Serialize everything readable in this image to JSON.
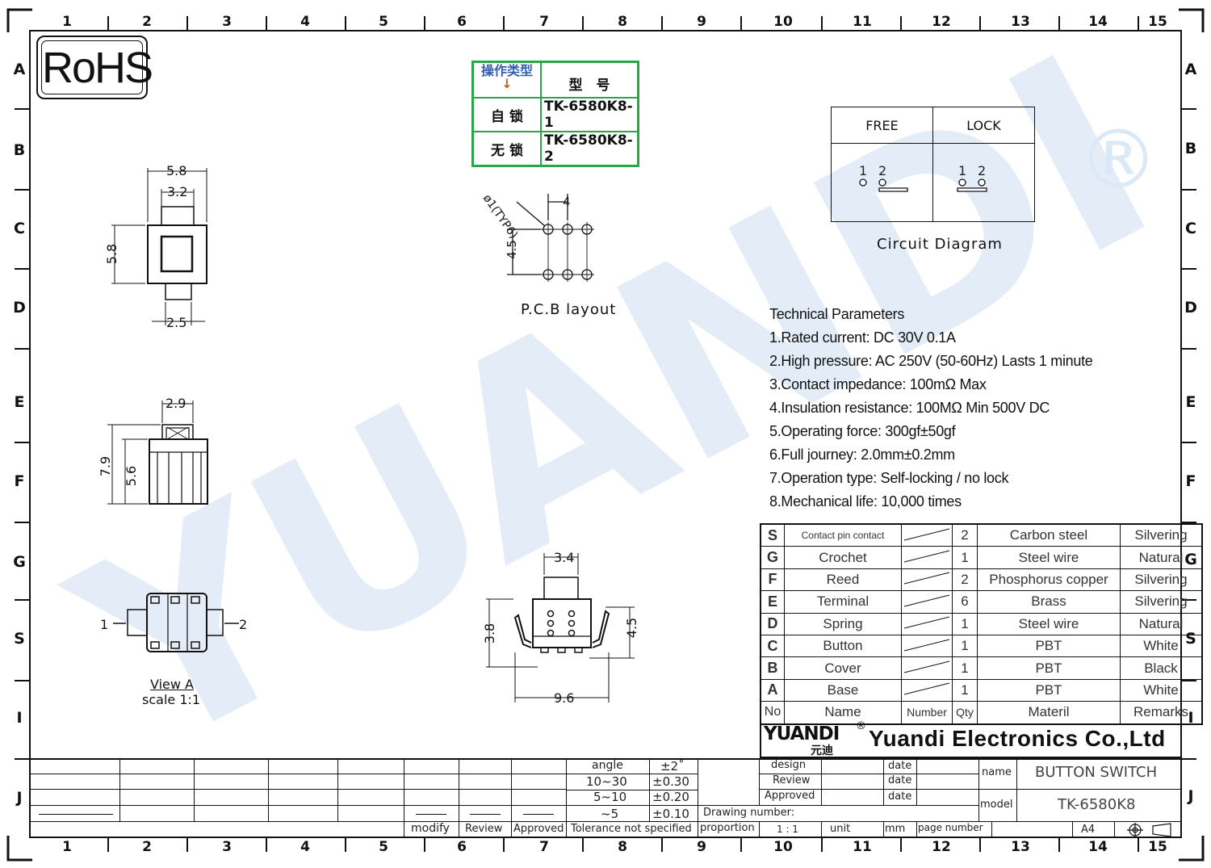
{
  "ruler": {
    "numbers": [
      "1",
      "2",
      "3",
      "4",
      "5",
      "6",
      "7",
      "8",
      "9",
      "10",
      "11",
      "12",
      "13",
      "14",
      "15"
    ],
    "letters": [
      "A",
      "B",
      "C",
      "D",
      "E",
      "F",
      "G",
      "S",
      "I",
      "J"
    ]
  },
  "watermark": {
    "text": "YUANDI",
    "mark": "®"
  },
  "rohs": {
    "label": "RoHS"
  },
  "model_table": {
    "header_type": "操作类型",
    "header_arrow": "↓",
    "header_model": "型　号",
    "rows": [
      {
        "type": "自 锁",
        "model": "TK-6580K8-1"
      },
      {
        "type": "无 锁",
        "model": "TK-6580K8-2"
      }
    ]
  },
  "circuit": {
    "free": "FREE",
    "lock": "LOCK",
    "pin1": "1",
    "pin2": "2",
    "caption": "Circuit  Diagram"
  },
  "pcb": {
    "caption": "P.C.B  layout",
    "hole": "ø1(TYP6)",
    "pitch_x": "4",
    "pitch_y": "4.5"
  },
  "top_view": {
    "w_outer": "5.8",
    "w_inner": "3.2",
    "height": "5.8",
    "w_base": "2.5"
  },
  "side_view": {
    "width": "2.9",
    "h_total": "7.9",
    "h_body": "5.6"
  },
  "view_a": {
    "left": "1",
    "right": "2",
    "title": "View  A",
    "scale": "scale  1:1"
  },
  "front_view": {
    "top_w": "3.4",
    "height_left": "3.8",
    "height_right": "4.5",
    "width": "9.6"
  },
  "tech": {
    "title": "Technical Parameters",
    "items": [
      "1.Rated current: DC 30V 0.1A",
      "2.High pressure: AC 250V  (50-60Hz)  Lasts 1 minute",
      "3.Contact impedance: 100mΩ Max",
      "4.Insulation resistance: 100MΩ Min 500V DC",
      "5.Operating force: 300gf±50gf",
      "6.Full journey: 2.0mm±0.2mm",
      "7.Operation type: Self-locking / no lock",
      "8.Mechanical life: 10,000 times"
    ]
  },
  "bom": {
    "rows": [
      {
        "no": "S",
        "name": "Contact pin contact",
        "qty": "2",
        "material": "Carbon steel",
        "remarks": "Silvering"
      },
      {
        "no": "G",
        "name": "Crochet",
        "qty": "1",
        "material": "Steel wire",
        "remarks": "Natural"
      },
      {
        "no": "F",
        "name": "Reed",
        "qty": "2",
        "material": "Phosphorus copper",
        "remarks": "Silvering"
      },
      {
        "no": "E",
        "name": "Terminal",
        "qty": "6",
        "material": "Brass",
        "remarks": "Silvering"
      },
      {
        "no": "D",
        "name": "Spring",
        "qty": "1",
        "material": "Steel wire",
        "remarks": "Natural"
      },
      {
        "no": "C",
        "name": "Button",
        "qty": "1",
        "material": "PBT",
        "remarks": "White"
      },
      {
        "no": "B",
        "name": "Cover",
        "qty": "1",
        "material": "PBT",
        "remarks": "Black"
      },
      {
        "no": "A",
        "name": "Base",
        "qty": "1",
        "material": "PBT",
        "remarks": "White"
      }
    ],
    "header": {
      "no": "No",
      "name": "Name",
      "number": "Number",
      "qty": "Qty",
      "material": "Materil",
      "remarks": "Remarks"
    }
  },
  "company": {
    "logo": "YUANDI",
    "logo_cn": "元迪",
    "logo_mark": "®",
    "name": "Yuandi Electronics Co.,Ltd"
  },
  "title_block": {
    "angle": "angle",
    "angle_tol": "±2˚",
    "r1": "10~30",
    "t1": "±0.30",
    "r2": "5~10",
    "t2": "±0.20",
    "r3": "~5",
    "t3": "±0.10",
    "modify": "modify",
    "review": "Review",
    "approved": "Approved",
    "tolerance": "Tolerance not specified",
    "design": "design",
    "review2": "Review",
    "approved2": "Approved",
    "date1": "date",
    "date2": "date",
    "date3": "date",
    "drawing_number": "Drawing number:",
    "proportion": "proportion",
    "proportion_val": "1 : 1",
    "unit": "unit",
    "unit_val": "mm",
    "page_number": "page number",
    "name_label": "name",
    "name_val": "BUTTON SWITCH",
    "model_label": "model",
    "model_val": "TK-6580K8",
    "paper": "A4"
  }
}
